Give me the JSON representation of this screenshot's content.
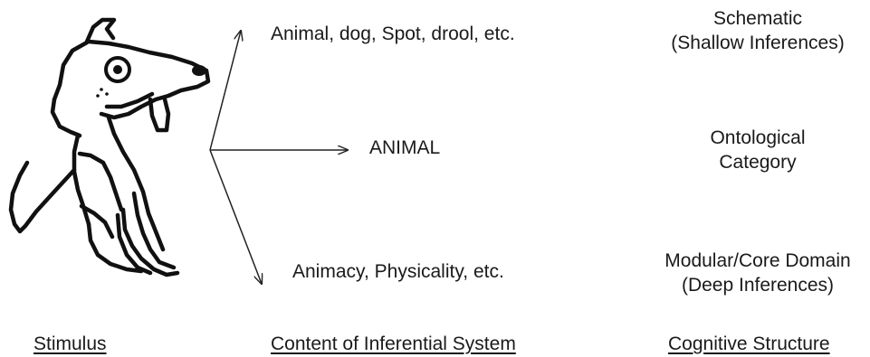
{
  "stimulus": {
    "illustration_icon": "cartoon-dog-icon",
    "label": "Stimulus"
  },
  "inferential_system": {
    "items": [
      "Animal, dog, Spot, drool, etc.",
      "ANIMAL",
      "Animacy, Physicality, etc."
    ],
    "label": "Content of Inferential System"
  },
  "cognitive_structure": {
    "items": [
      {
        "line1": "Schematic",
        "line2": "(Shallow Inferences)"
      },
      {
        "line1": "Ontological",
        "line2": "Category"
      },
      {
        "line1": "Modular/Core Domain",
        "line2": "(Deep Inferences)"
      }
    ],
    "label": "Cognitive Structure"
  }
}
